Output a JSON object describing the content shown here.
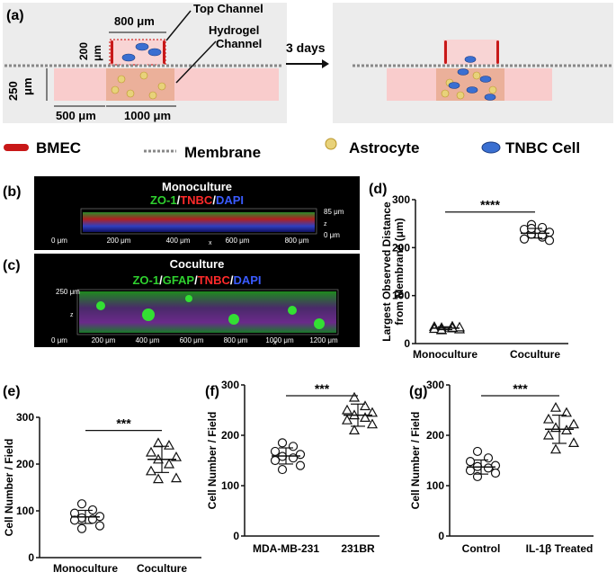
{
  "panel_labels": {
    "a": "(a)",
    "b": "(b)",
    "c": "(c)",
    "d": "(d)",
    "e": "(e)",
    "f": "(f)",
    "g": "(g)"
  },
  "schematic": {
    "dim_800": "800 μm",
    "dim_200": "200",
    "dim_200_unit": "μm",
    "dim_250": "250",
    "dim_250_unit": "μm",
    "dim_500": "500 μm",
    "dim_1000": "1000 μm",
    "top_channel": "Top Channel",
    "hydrogel_1": "Hydrogel",
    "hydrogel_2": "Channel",
    "arrow_label": "3 days"
  },
  "legend": {
    "bmec": "BMEC",
    "membrane": "Membrane",
    "astrocyte": "Astrocyte",
    "tnbc": "TNBC Cell"
  },
  "micrographs": {
    "b": {
      "title": "Monoculture",
      "stain": [
        {
          "t": "ZO-1",
          "c": "#2fd12f"
        },
        {
          "t": "/",
          "c": "#ffffff"
        },
        {
          "t": "TNBC",
          "c": "#ff2a2a"
        },
        {
          "t": "/",
          "c": "#ffffff"
        },
        {
          "t": "DAPI",
          "c": "#3a5bff"
        }
      ],
      "z_top": "85 μm",
      "z_bot": "0 μm",
      "z": "z",
      "x": "x",
      "ticks": [
        "0 μm",
        "200 μm",
        "400 μm",
        "600 μm",
        "800 μm"
      ]
    },
    "c": {
      "title": "Coculture",
      "stain": [
        {
          "t": "ZO-1",
          "c": "#2fd12f"
        },
        {
          "t": "/",
          "c": "#ffffff"
        },
        {
          "t": "GFAP",
          "c": "#2fd12f"
        },
        {
          "t": "/",
          "c": "#ffffff"
        },
        {
          "t": "TNBC",
          "c": "#ff2a2a"
        },
        {
          "t": "/",
          "c": "#ffffff"
        },
        {
          "t": "DAPI",
          "c": "#3a5bff"
        }
      ],
      "z_top": "250 μm",
      "z": "z",
      "x": "x",
      "ticks": [
        "0 μm",
        "200 μm",
        "400 μm",
        "600 μm",
        "800 μm",
        "1000 μm",
        "1200 μm"
      ]
    }
  },
  "chart_data": [
    {
      "panel": "(d)",
      "type": "scatter",
      "ylabel_lines": [
        "Largest Observed Distance",
        "from Membrane (μm)"
      ],
      "ylim": [
        0,
        300
      ],
      "yticks": [
        "0",
        "100",
        "200",
        "300"
      ],
      "categories": [
        "Monoculture",
        "Coculture"
      ],
      "markers": [
        "triangle",
        "circle"
      ],
      "significance": "****",
      "series": [
        {
          "values": [
            28,
            32,
            35,
            30,
            33,
            36,
            31,
            34,
            29,
            33
          ],
          "mean": 32,
          "sd": 3
        },
        {
          "values": [
            248,
            242,
            238,
            232,
            228,
            222,
            218,
            215,
            240,
            226
          ],
          "mean": 230,
          "sd": 10
        }
      ]
    },
    {
      "panel": "(e)",
      "type": "scatter",
      "ylabel": "Cell Number / Field",
      "ylim": [
        0,
        300
      ],
      "yticks": [
        "0",
        "100",
        "200",
        "300"
      ],
      "categories": [
        "Monoculture",
        "Coculture"
      ],
      "markers": [
        "circle",
        "triangle"
      ],
      "significance": "***",
      "series": [
        {
          "values": [
            115,
            102,
            95,
            88,
            85,
            82,
            80,
            68,
            62
          ],
          "mean": 87,
          "sd": 14
        },
        {
          "values": [
            245,
            240,
            225,
            215,
            210,
            200,
            185,
            170,
            168
          ],
          "mean": 210,
          "sd": 28
        }
      ]
    },
    {
      "panel": "(f)",
      "type": "scatter",
      "ylabel": "Cell Number / Field",
      "ylim": [
        0,
        300
      ],
      "yticks": [
        "0",
        "100",
        "200",
        "300"
      ],
      "categories": [
        "MDA-MB-231",
        "231BR"
      ],
      "markers": [
        "circle",
        "triangle"
      ],
      "significance": "***",
      "series": [
        {
          "values": [
            185,
            178,
            168,
            162,
            158,
            155,
            150,
            140,
            132
          ],
          "mean": 159,
          "sd": 16
        },
        {
          "values": [
            275,
            258,
            250,
            245,
            240,
            235,
            230,
            222,
            210
          ],
          "mean": 240,
          "sd": 22
        }
      ]
    },
    {
      "panel": "(g)",
      "type": "scatter",
      "ylabel": "Cell Number / Field",
      "ylim": [
        0,
        300
      ],
      "yticks": [
        "0",
        "100",
        "200",
        "300"
      ],
      "categories": [
        "Control",
        "IL-1β Treated"
      ],
      "markers": [
        "circle",
        "triangle"
      ],
      "significance": "***",
      "series": [
        {
          "values": [
            168,
            155,
            148,
            140,
            138,
            135,
            130,
            125,
            118
          ],
          "mean": 137,
          "sd": 14
        },
        {
          "values": [
            255,
            245,
            232,
            222,
            215,
            210,
            200,
            185,
            172
          ],
          "mean": 212,
          "sd": 28
        }
      ]
    }
  ]
}
